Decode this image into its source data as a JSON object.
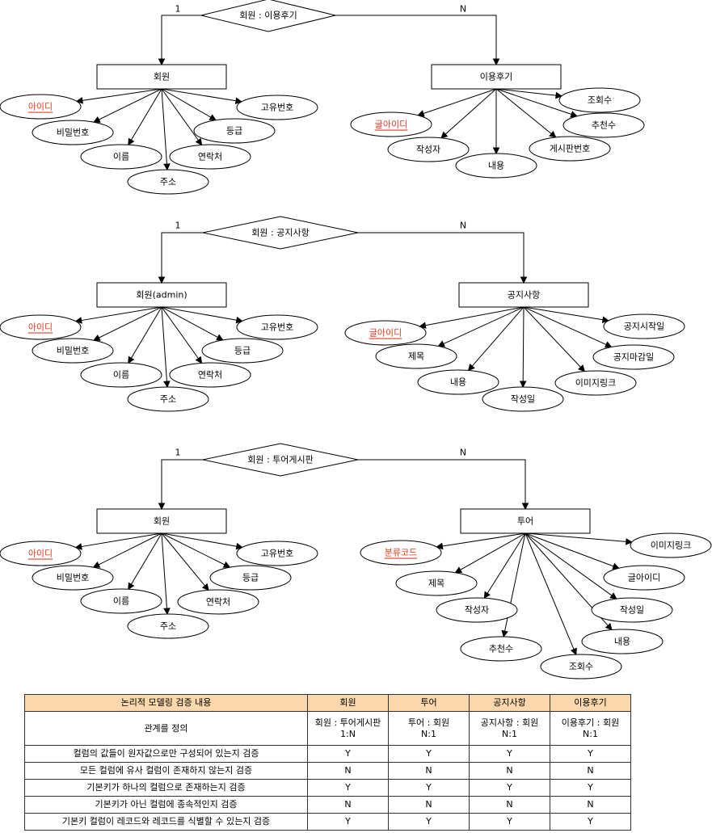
{
  "diagrams": [
    {
      "relationship": "회원 : 이용후기",
      "card_left": "1",
      "card_right": "N",
      "left_entity": {
        "name": "회원",
        "attributes": [
          {
            "label": "아이디",
            "key": true
          },
          {
            "label": "비밀번호",
            "key": false
          },
          {
            "label": "이름",
            "key": false
          },
          {
            "label": "주소",
            "key": false
          },
          {
            "label": "연락처",
            "key": false
          },
          {
            "label": "등급",
            "key": false
          },
          {
            "label": "고유번호",
            "key": false
          }
        ]
      },
      "right_entity": {
        "name": "이용후기",
        "attributes": [
          {
            "label": "글아이디",
            "key": true
          },
          {
            "label": "작성자",
            "key": false
          },
          {
            "label": "내용",
            "key": false
          },
          {
            "label": "게시판번호",
            "key": false
          },
          {
            "label": "추천수",
            "key": false
          },
          {
            "label": "조회수",
            "key": false
          }
        ]
      }
    },
    {
      "relationship": "회원 : 공지사항",
      "card_left": "1",
      "card_right": "N",
      "left_entity": {
        "name": "회원(admin)",
        "attributes": [
          {
            "label": "아이디",
            "key": true
          },
          {
            "label": "비밀번호",
            "key": false
          },
          {
            "label": "이름",
            "key": false
          },
          {
            "label": "주소",
            "key": false
          },
          {
            "label": "연락처",
            "key": false
          },
          {
            "label": "등급",
            "key": false
          },
          {
            "label": "고유번호",
            "key": false
          }
        ]
      },
      "right_entity": {
        "name": "공지사항",
        "attributes": [
          {
            "label": "글아이디",
            "key": true
          },
          {
            "label": "제목",
            "key": false
          },
          {
            "label": "내용",
            "key": false
          },
          {
            "label": "작성일",
            "key": false
          },
          {
            "label": "이미지링크",
            "key": false
          },
          {
            "label": "공지마감일",
            "key": false
          },
          {
            "label": "공지시작일",
            "key": false
          }
        ]
      }
    },
    {
      "relationship": "회원 : 투어게시판",
      "card_left": "1",
      "card_right": "N",
      "left_entity": {
        "name": "회원",
        "attributes": [
          {
            "label": "아이디",
            "key": true
          },
          {
            "label": "비밀번호",
            "key": false
          },
          {
            "label": "이름",
            "key": false
          },
          {
            "label": "주소",
            "key": false
          },
          {
            "label": "연락처",
            "key": false
          },
          {
            "label": "등급",
            "key": false
          },
          {
            "label": "고유번호",
            "key": false
          }
        ]
      },
      "right_entity": {
        "name": "투어",
        "attributes": [
          {
            "label": "분류코드",
            "key": true
          },
          {
            "label": "제목",
            "key": false
          },
          {
            "label": "작성자",
            "key": false
          },
          {
            "label": "추천수",
            "key": false
          },
          {
            "label": "조회수",
            "key": false
          },
          {
            "label": "내용",
            "key": false
          },
          {
            "label": "작성일",
            "key": false
          },
          {
            "label": "글아이디",
            "key": false
          },
          {
            "label": "이미지링크",
            "key": false
          }
        ]
      }
    }
  ],
  "table": {
    "headers": [
      "논리적 모델링 검증 내용",
      "회원",
      "투어",
      "공지사항",
      "이용후기"
    ],
    "rows": [
      {
        "check": "관계를 정의",
        "values": [
          [
            "회원 : 투어게시판",
            "1:N"
          ],
          [
            "투어 : 회원",
            "N:1"
          ],
          [
            "공지사항 : 회원",
            "N:1"
          ],
          [
            "이용후기 : 회원",
            "N:1"
          ]
        ]
      },
      {
        "check": "컬럼의 값들이 원자값으로만 구성되어 있는지 검증",
        "values": [
          [
            "Y"
          ],
          [
            "Y"
          ],
          [
            "Y"
          ],
          [
            "Y"
          ]
        ]
      },
      {
        "check": "모든 컬럼에 유사 컬럼이 존재하지 않는지 검증",
        "values": [
          [
            "N"
          ],
          [
            "N"
          ],
          [
            "N"
          ],
          [
            "N"
          ]
        ]
      },
      {
        "check": "기본키가 하나의 컬럼으로 존재하는지 검증",
        "values": [
          [
            "Y"
          ],
          [
            "Y"
          ],
          [
            "Y"
          ],
          [
            "Y"
          ]
        ]
      },
      {
        "check": "기본키가 아닌 컬럼에 종속적인지 검증",
        "values": [
          [
            "N"
          ],
          [
            "N"
          ],
          [
            "N"
          ],
          [
            "N"
          ]
        ]
      },
      {
        "check": "기본키 컬럼이 레코드와 레코드를 식별할 수 있는지 검증",
        "values": [
          [
            "Y"
          ],
          [
            "Y"
          ],
          [
            "Y"
          ],
          [
            "Y"
          ]
        ]
      }
    ]
  }
}
